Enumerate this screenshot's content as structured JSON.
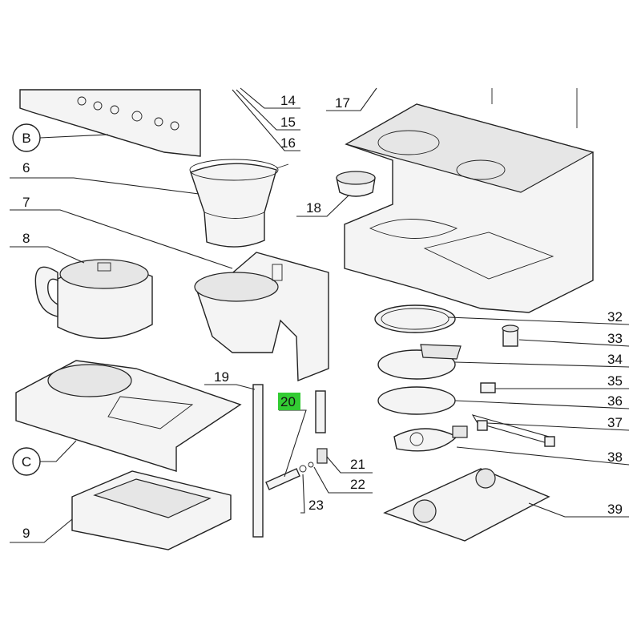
{
  "diagram": {
    "letter_labels": [
      "B",
      "C"
    ],
    "part_labels": [
      "6",
      "7",
      "8",
      "9",
      "14",
      "15",
      "16",
      "17",
      "18",
      "19",
      "20",
      "21",
      "22",
      "23",
      "32",
      "33",
      "34",
      "35",
      "36",
      "37",
      "38",
      "39"
    ],
    "highlighted_part": "20",
    "highlight_color": "#33cc33"
  }
}
